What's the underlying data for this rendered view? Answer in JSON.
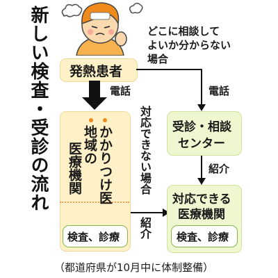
{
  "title": "新しい検査・受診の流れ",
  "note_unsure": [
    "どこに相談して",
    "よいか分からない",
    "場合"
  ],
  "patient_box": "発熱患者",
  "phone_left": "電話",
  "phone_right": "電話",
  "clinic_col1": "かかりつけ医",
  "clinic_col2": [
    "地域の",
    "医療機関"
  ],
  "not_available": "対応できない場合",
  "exam_left": "検査、診療",
  "consult_center": [
    "受診・相談",
    "センター"
  ],
  "referral_down": "紹介",
  "referral_side": "紹介",
  "capable_facility": [
    "対応できる",
    "医療機関"
  ],
  "exam_right": "検査、診療",
  "footnote": "（都道府県が10月中に体制整備）"
}
